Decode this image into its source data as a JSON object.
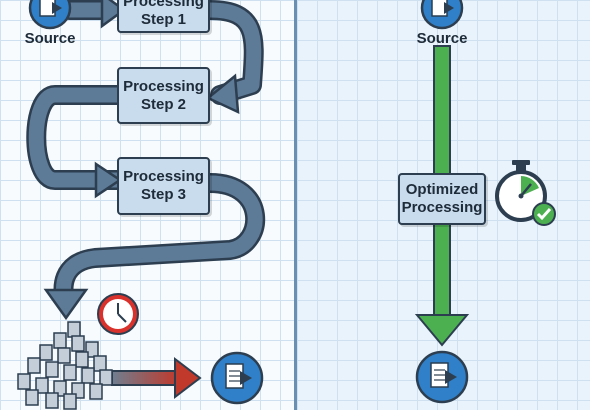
{
  "left": {
    "source_label": "Source",
    "steps": [
      {
        "line1": "Processing",
        "line2": "Step 1"
      },
      {
        "line1": "Processing",
        "line2": "Step 2"
      },
      {
        "line1": "Processing",
        "line2": "Step 3"
      }
    ]
  },
  "right": {
    "source_label": "Source",
    "optimized": {
      "line1": "Optimized",
      "line2": "Processing"
    }
  },
  "colors": {
    "gray_arrow": "#5d7a96",
    "green_arrow": "#4caf50",
    "red_arrow": "#c0392b",
    "box_fill": "#c9dcee",
    "icon_blue": "#2f80c8"
  },
  "icons": [
    "document-export-icon",
    "clock-icon",
    "stopwatch-check-icon",
    "document-pile-icon"
  ]
}
